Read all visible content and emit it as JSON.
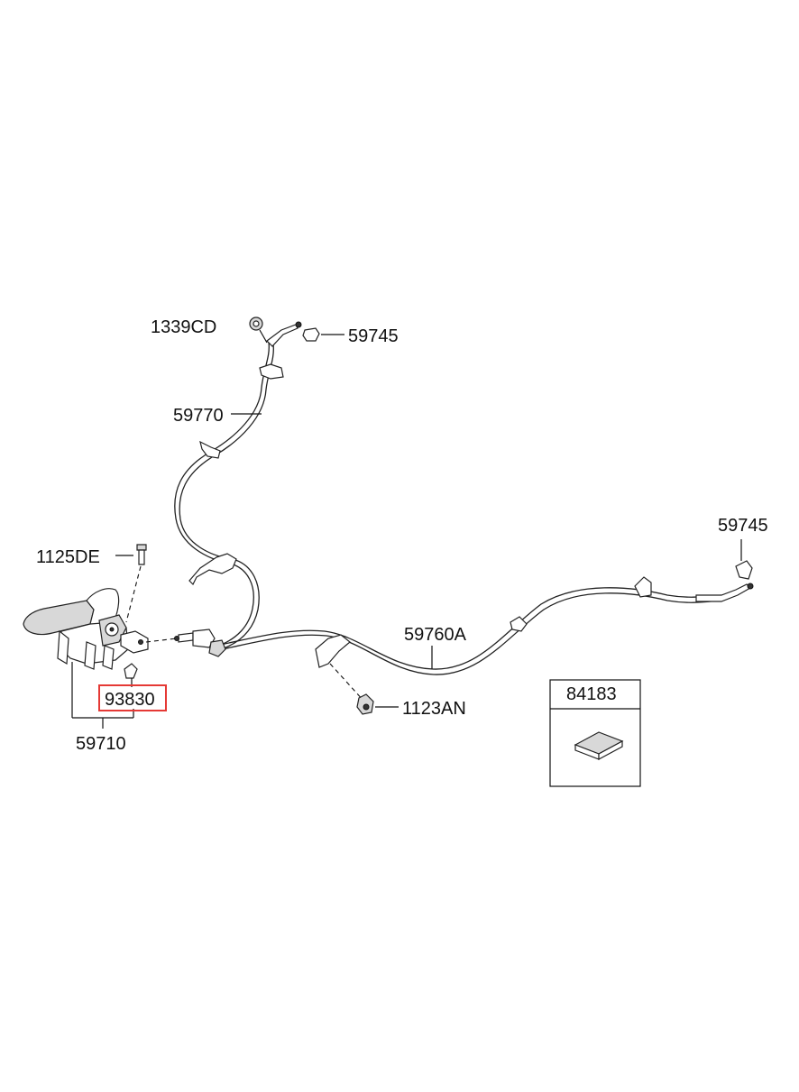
{
  "colors": {
    "ink": "#111111",
    "highlight": "#e53935",
    "background": "#ffffff"
  },
  "labels": {
    "p1339cd": "1339CD",
    "p59745_top": "59745",
    "p59770": "59770",
    "p59745_right": "59745",
    "p1125de": "1125DE",
    "p59760a": "59760A",
    "p84183": "84183",
    "p93830": "93830",
    "p1123an": "1123AN",
    "p59710": "59710"
  },
  "highlighted_part": "93830"
}
